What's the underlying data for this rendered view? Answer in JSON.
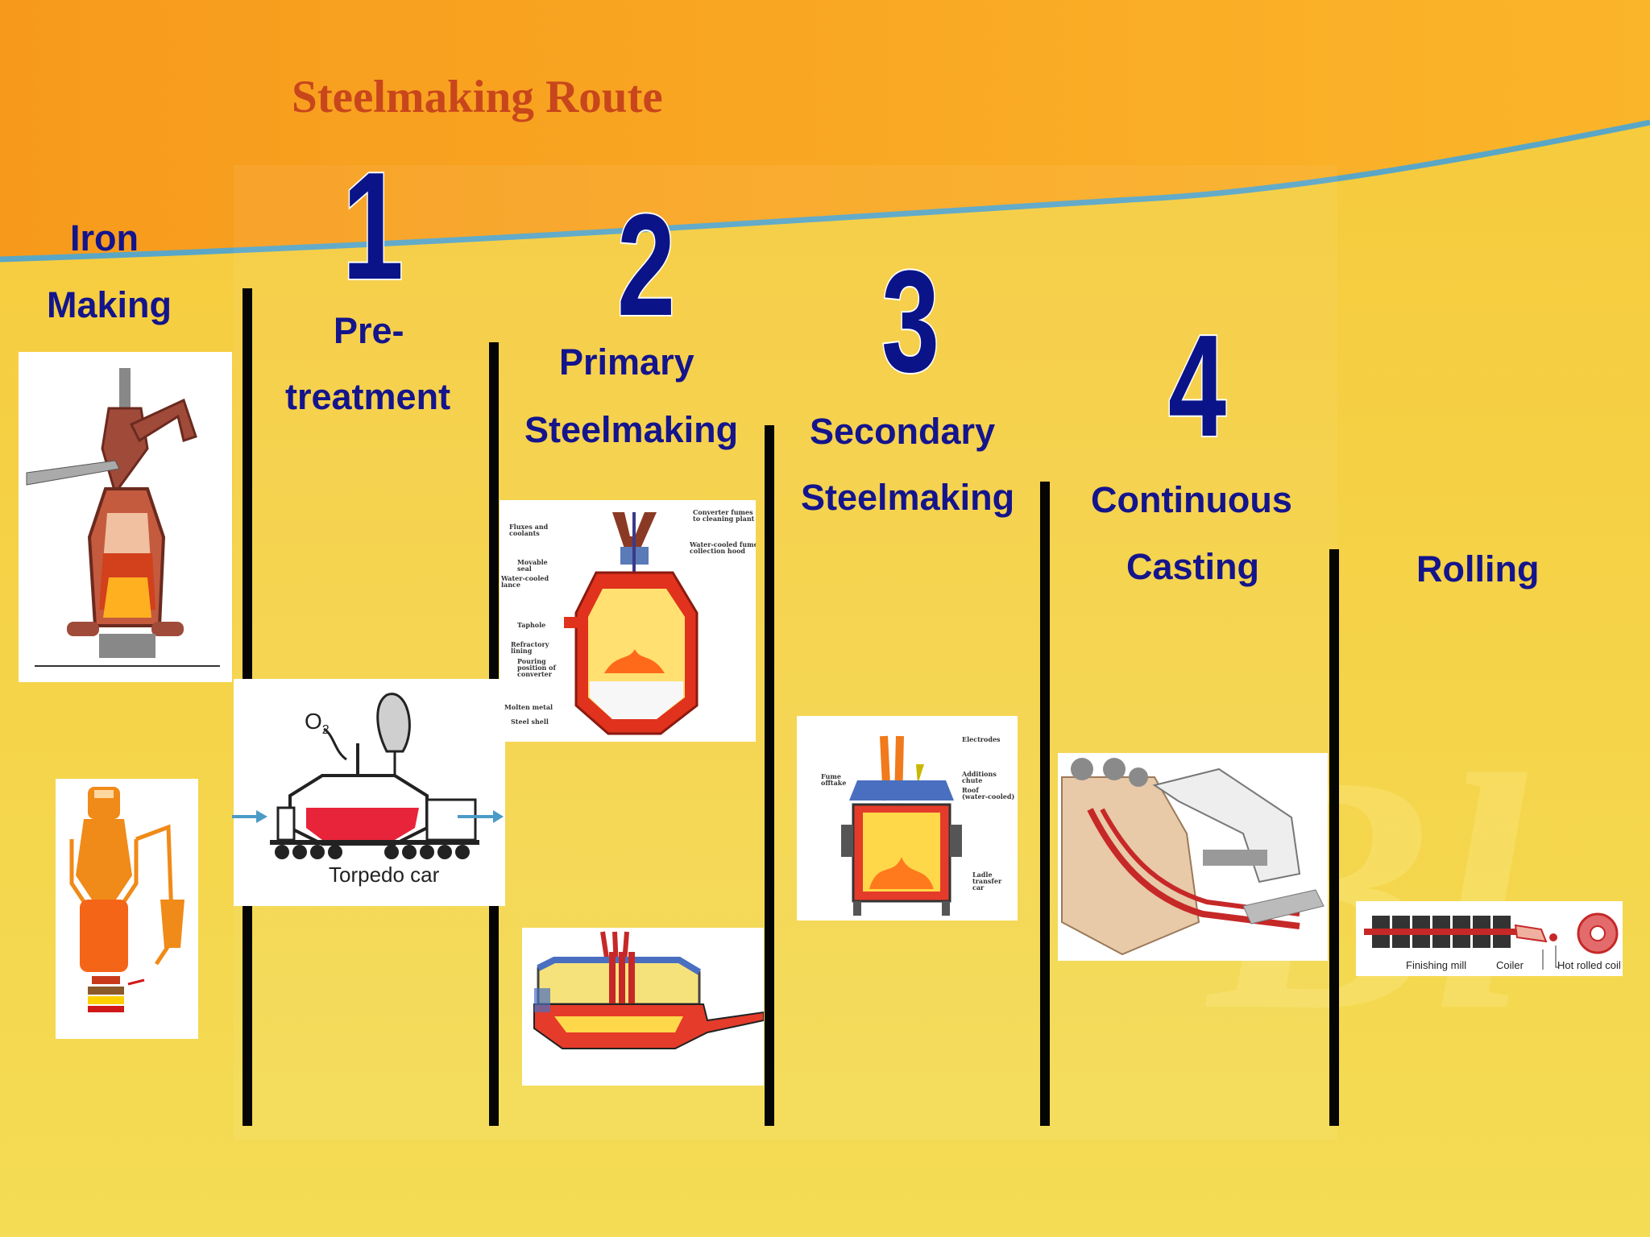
{
  "title": "Steelmaking Route",
  "colors": {
    "title": "#c8461c",
    "label": "#14148c",
    "number": "#0a1488",
    "background_top": "#f7a21e",
    "background_bottom": "#f3d54a"
  },
  "stages": [
    {
      "number": "",
      "line1": "Iron",
      "line2": "Making"
    },
    {
      "number": "1",
      "line1": "Pre-",
      "line2": "treatment"
    },
    {
      "number": "2",
      "line1": "Primary",
      "line2": "Steelmaking"
    },
    {
      "number": "3",
      "line1": "Secondary",
      "line2": "Steelmaking"
    },
    {
      "number": "4",
      "line1": "Continuous",
      "line2": "Casting"
    },
    {
      "number": "",
      "line1": "Rolling",
      "line2": ""
    }
  ],
  "figures": {
    "torpedo_caption": "Torpedo car",
    "o2_label": "O",
    "o2_sub": "2",
    "bof_labels": [
      "Converter fumes",
      "to cleaning plant",
      "Fluxes and",
      "coolants",
      "Water-cooled fume",
      "collection hood",
      "Movable",
      "seal",
      "Water-cooled",
      "lance",
      "Taphole",
      "Refractory",
      "lining",
      "Pouring",
      "position of",
      "converter",
      "Molten metal",
      "Steel shell"
    ],
    "ladle_labels": [
      "Electrodes",
      "Fume",
      "offtake",
      "Additions",
      "chute",
      "Roof",
      "(water-cooled)",
      "Ladle",
      "transfer",
      "car"
    ],
    "rolling_labels": [
      "Finishing mill",
      "Coiler",
      "Hot rolled coil"
    ]
  }
}
